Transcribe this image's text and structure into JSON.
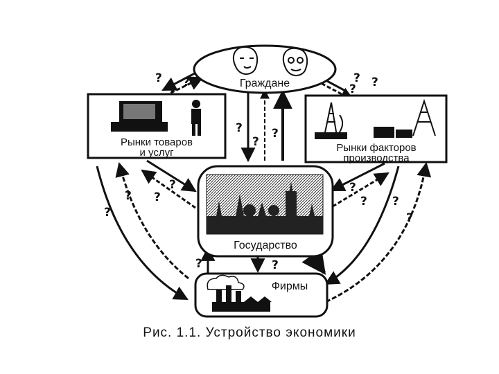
{
  "nodes": {
    "citizens": "Граждане",
    "goods_market": [
      "Рынки товаров",
      "и услуг"
    ],
    "factor_market": [
      "Рынки факторов",
      "производства"
    ],
    "state": "Государство",
    "firms": "Фирмы"
  },
  "unknown_marker": "?",
  "caption": "Рис. 1.1. Устройство экономики",
  "colors": {
    "ink": "#111111",
    "paper": "#ffffff",
    "shade": "#555555"
  }
}
